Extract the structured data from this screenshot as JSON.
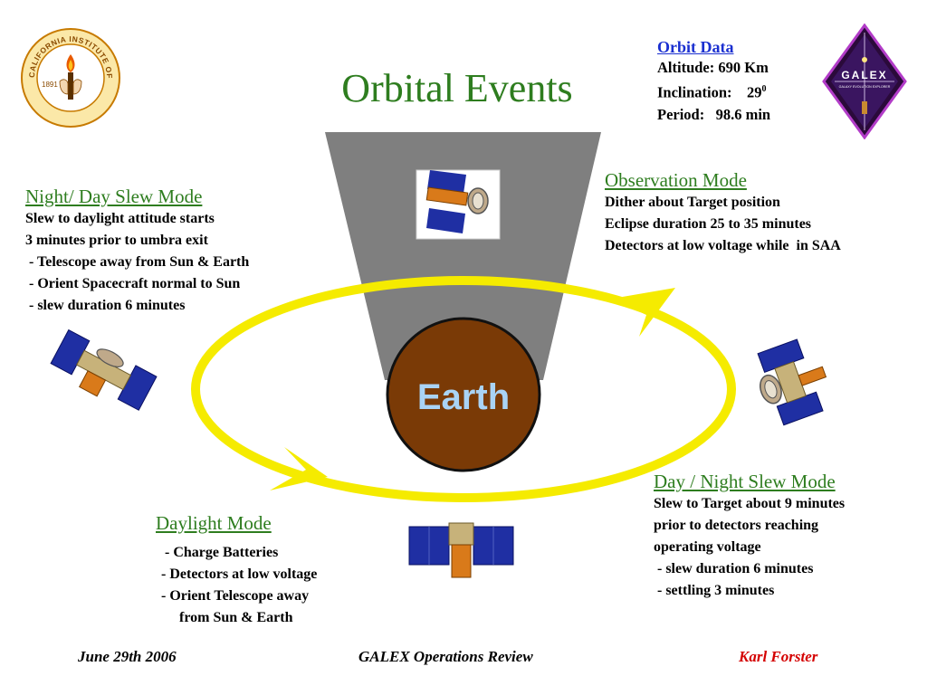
{
  "title": "Orbital Events",
  "caltech_seal": {
    "ring_text": "CALIFORNIA INSTITUTE OF TECHNOLOGY",
    "year": "1891"
  },
  "galex_logo": {
    "name": "GALEX",
    "subtitle": "GALAXY EVOLUTION EXPLORER"
  },
  "orbit_data": {
    "heading": "Orbit Data",
    "altitude": "Altitude: 690 Km",
    "inclination_label": "Inclination:    29",
    "inclination_sup": "0",
    "period": "Period:   98.6 min"
  },
  "earth_label": "Earth",
  "night_day_slew": {
    "heading": "Night/ Day Slew Mode",
    "lines": [
      "Slew to daylight attitude starts",
      "3 minutes prior to umbra exit",
      " - Telescope away from Sun & Earth",
      " - Orient Spacecraft normal to Sun",
      " - slew duration 6 minutes"
    ]
  },
  "observation_mode": {
    "heading": "Observation Mode",
    "lines": [
      "Dither about Target position",
      "Eclipse duration 25 to 35 minutes",
      "Detectors at low voltage while  in SAA"
    ]
  },
  "day_night_slew": {
    "heading": "Day / Night Slew Mode",
    "lines": [
      "Slew to Target about 9 minutes",
      "prior to detectors reaching",
      "operating voltage",
      " - slew duration 6 minutes",
      " - settling 3 minutes"
    ]
  },
  "daylight_mode": {
    "heading": "Daylight Mode",
    "lines": [
      " - Charge Batteries",
      "- Detectors at low voltage",
      "- Orient Telescope away",
      "     from Sun & Earth"
    ]
  },
  "footer": {
    "date": "June 29th 2006",
    "event": "GALEX Operations Review",
    "author": "Karl Forster"
  },
  "colors": {
    "title_green": "#2e7d1f",
    "link_blue": "#1a2fd0",
    "orbit_yellow": "#f5eb00",
    "shadow_gray": "#7f7f7f",
    "earth_brown": "#7a3a06",
    "earth_text": "#a9d3f5",
    "author_red": "#d40000",
    "panel_blue": "#1f2fa3"
  }
}
